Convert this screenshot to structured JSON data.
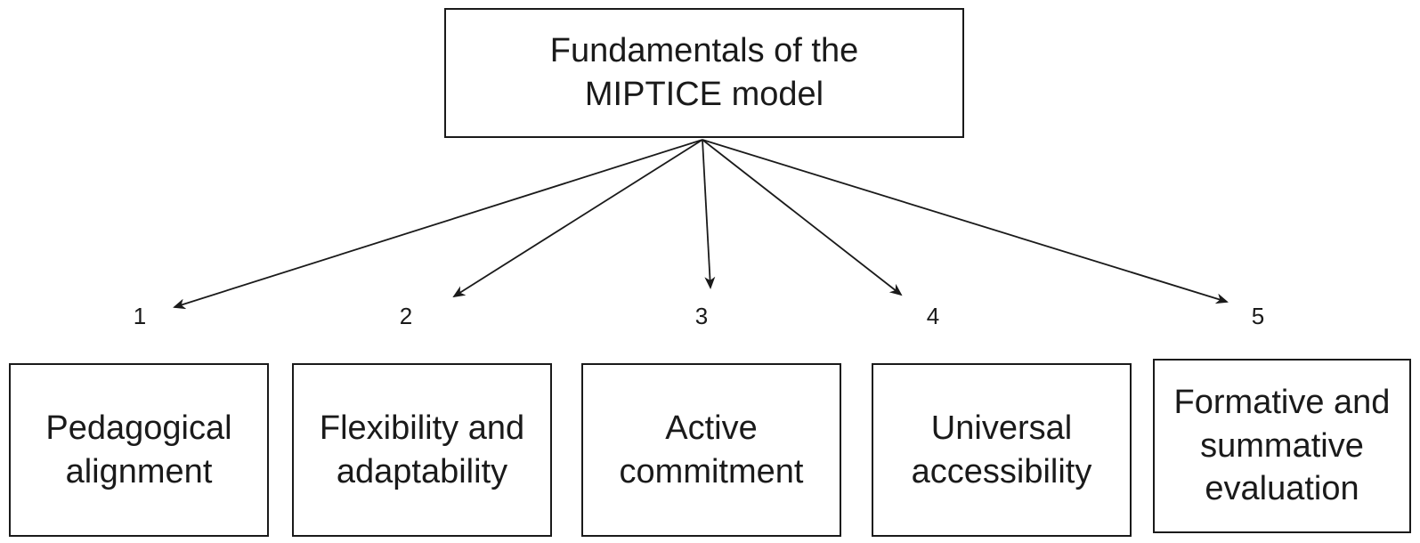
{
  "root": {
    "label": "Fundamentals of the\nMIPTICE model"
  },
  "children": [
    {
      "number": "1",
      "label": "Pedagogical\nalignment"
    },
    {
      "number": "2",
      "label": "Flexibility and\nadaptability"
    },
    {
      "number": "3",
      "label": "Active\ncommitment"
    },
    {
      "number": "4",
      "label": "Universal\naccessibility"
    },
    {
      "number": "5",
      "label": "Formative and\nsummative\nevaluation"
    }
  ],
  "colors": {
    "stroke": "#1a1a1a",
    "background": "#ffffff"
  }
}
